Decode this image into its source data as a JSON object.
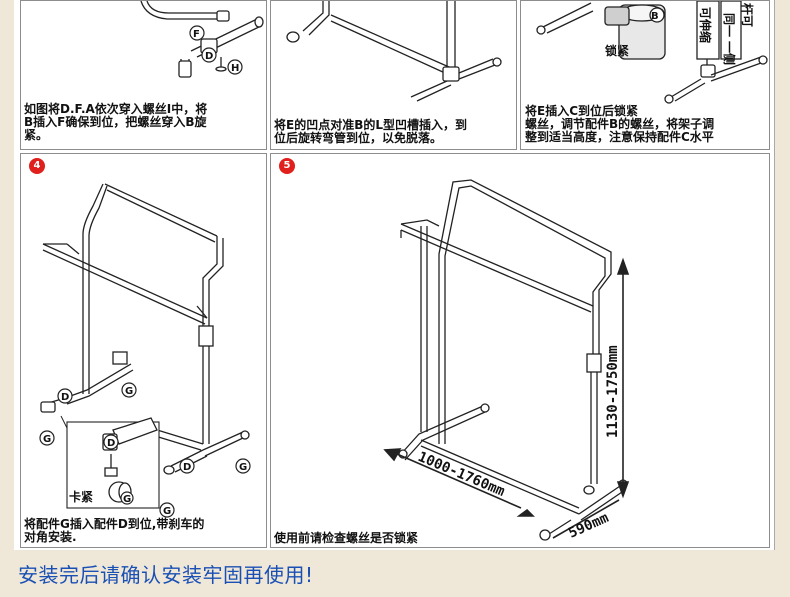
{
  "panels": {
    "top_left": {
      "caption": "如图将D.F.A依次穿入螺丝I中，将\nB插入F确保到位，把螺丝穿入B旋\n紧。",
      "labels": {
        "f": "F",
        "d": "D",
        "h": "H"
      }
    },
    "top_middle": {
      "caption": "将E的凹点对准B的L型凹槽插入，到\n位后旋转弯管到位，以免脱落。"
    },
    "top_right": {
      "caption": "将E插入C到位后锁紧\n螺丝，调节配件B的螺丝，将架子调\n整到适当高度，注意保持配件C水平",
      "labels": {
        "b": "B",
        "lock": "锁紧",
        "telescopic": "可伸缩",
        "cut_a": "一侧",
        "cut_b": "同一",
        "cut_c": "杆可"
      }
    },
    "step4": {
      "badge": "4",
      "caption": "将配件G插入配件D到位,带刹车的\n对角安装.",
      "labels": {
        "d": "D",
        "g": "G",
        "clamp": "卡紧"
      }
    },
    "step5": {
      "badge": "5",
      "caption": "使用前请检查螺丝是否锁紧",
      "dims": {
        "height": "1130-1750mm",
        "length": "1000-1760mm",
        "depth": "590mm"
      }
    }
  },
  "footer": {
    "text": "安装完后请确认安装牢固再使用!"
  }
}
